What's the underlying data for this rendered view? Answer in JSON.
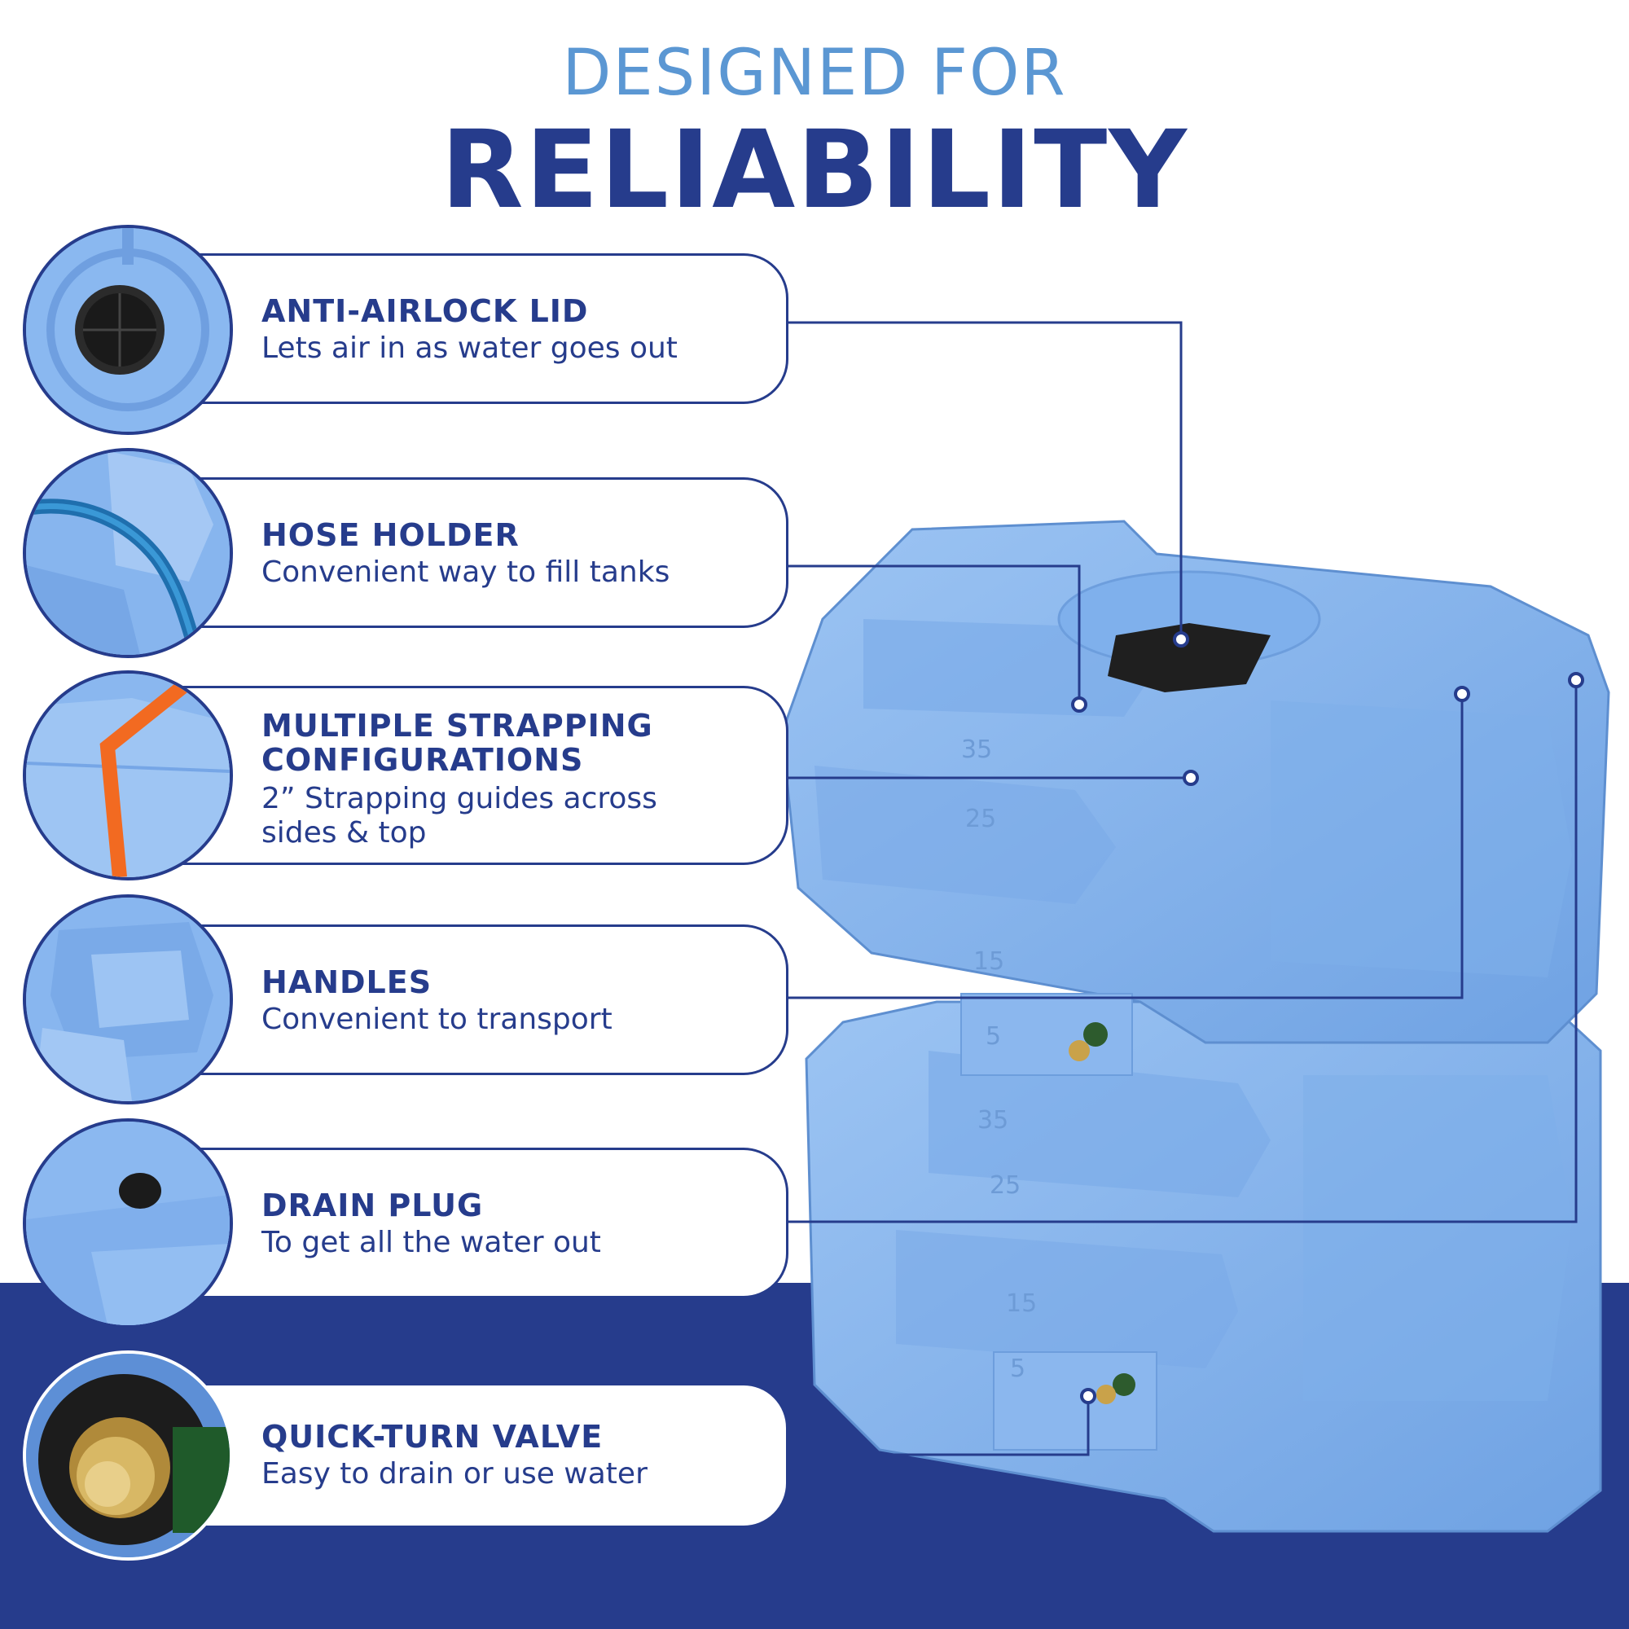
{
  "heading": {
    "line1": "DESIGNED FOR",
    "line2": "RELIABILITY"
  },
  "tank_markings": [
    "35",
    "25",
    "15",
    "5"
  ],
  "colors": {
    "navy": "#263c8c",
    "accent_blue": "#5b97d3",
    "tank_blue": "#86b5ee",
    "strap_orange": "#f26a21"
  },
  "features": [
    {
      "title": "ANTI-AIRLOCK LID",
      "description": "Lets air in as water goes out",
      "icon": "anti-airlock-lid-icon"
    },
    {
      "title": "HOSE HOLDER",
      "description": "Convenient way to fill tanks",
      "icon": "hose-holder-icon"
    },
    {
      "title": "MULTIPLE STRAPPING CONFIGURATIONS",
      "title_line1": "MULTIPLE STRAPPING",
      "title_line2": "CONFIGURATIONS",
      "description": "2” Strapping guides across sides & top",
      "description_line1": "2” Strapping guides across",
      "description_line2": "sides & top",
      "icon": "strap-guide-icon"
    },
    {
      "title": "HANDLES",
      "description": "Convenient to transport",
      "icon": "handle-icon"
    },
    {
      "title": "DRAIN PLUG",
      "description": "To get all the water out",
      "icon": "drain-plug-icon"
    },
    {
      "title": "QUICK-TURN VALVE",
      "description": "Easy to drain or use water",
      "icon": "brass-valve-icon"
    }
  ]
}
